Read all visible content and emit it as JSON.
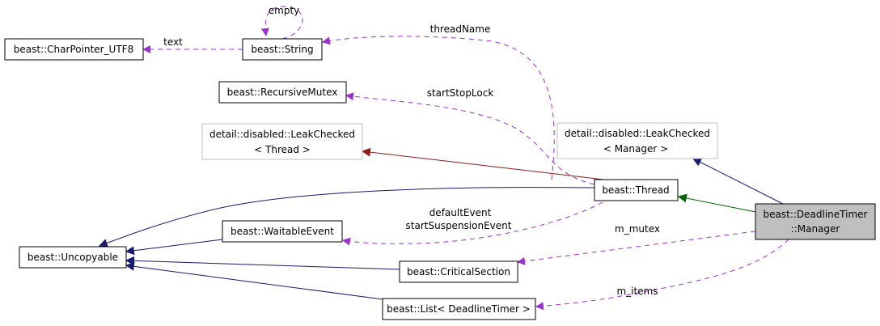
{
  "nodes": {
    "char_pointer": "beast::CharPointer_UTF8",
    "string": "beast::String",
    "recursive_mutex": "beast::RecursiveMutex",
    "leak_thread_line1": "detail::disabled::LeakChecked",
    "leak_thread_line2": "< Thread >",
    "leak_manager_line1": "detail::disabled::LeakChecked",
    "leak_manager_line2": "< Manager >",
    "thread": "beast::Thread",
    "manager_line1": "beast::DeadlineTimer",
    "manager_line2": "::Manager",
    "uncopyable": "beast::Uncopyable",
    "waitable_event": "beast::WaitableEvent",
    "critical_section": "beast::CriticalSection",
    "list": "beast::List< DeadlineTimer >"
  },
  "edge_labels": {
    "empty": "empty",
    "text": "text",
    "thread_name": "threadName",
    "start_stop_lock": "startStopLock",
    "default_event": "defaultEvent",
    "start_suspension_event": "startSuspensionEvent",
    "m_mutex": "m_mutex",
    "m_items": "m_items"
  },
  "colors": {
    "usage_edge": "#9a32cd",
    "public_inheritance": "#191970",
    "template_instance": "#8b1a1a",
    "protected_inheritance": "#006400",
    "focus_fill": "#bfbfbf"
  }
}
